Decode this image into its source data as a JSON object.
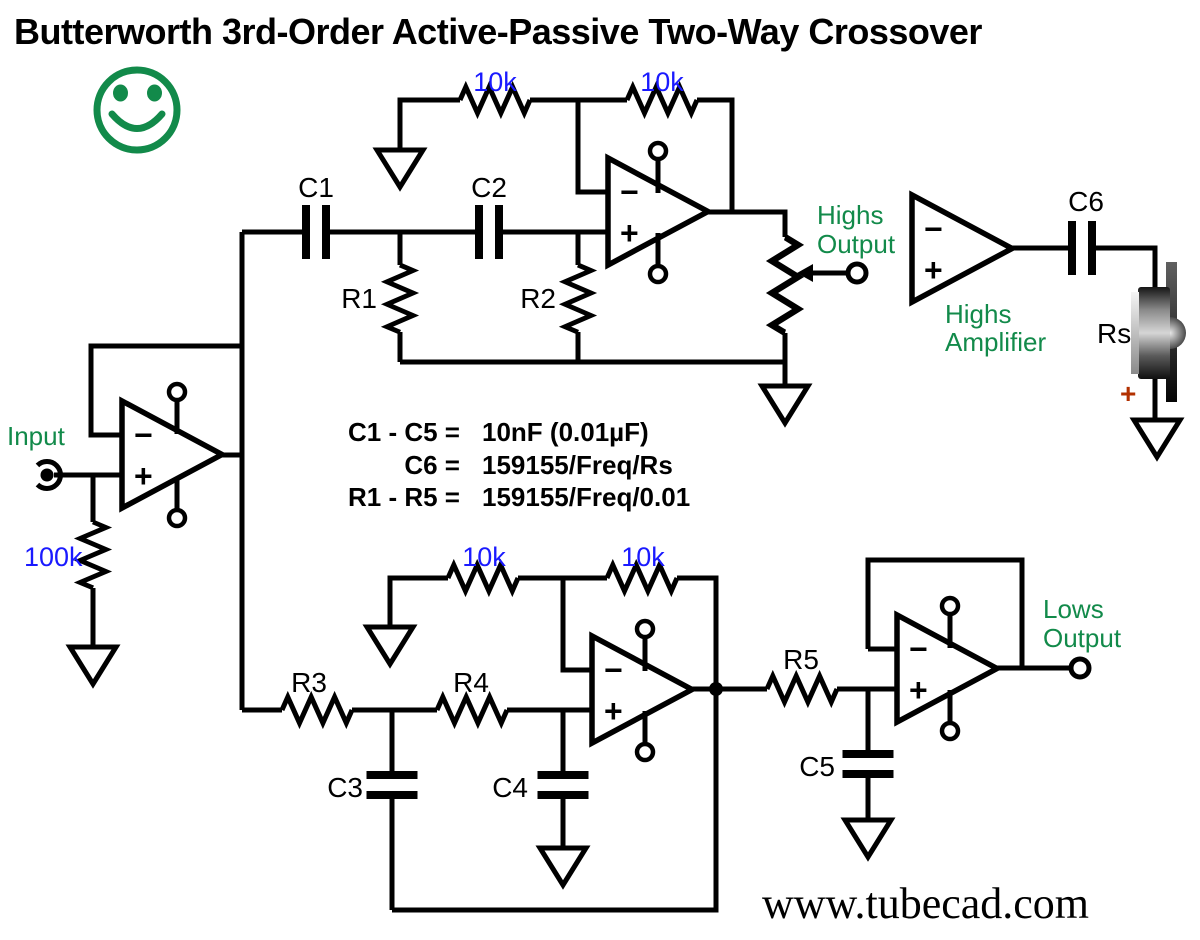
{
  "title": "Butterworth 3rd-Order Active-Passive Two-Way Crossover",
  "watermark": "www.tubecad.com",
  "colors": {
    "wire": "#000000",
    "value_blue": "#1a1aff",
    "signal_green": "#128a4a",
    "polarity_red": "#b23000",
    "background": "#ffffff"
  },
  "opamp": {
    "inverting": "−",
    "noninverting": "+"
  },
  "input": {
    "label": "Input",
    "shunt_resistor": "100k"
  },
  "highpass": {
    "fb_resistor_1": "10k",
    "fb_resistor_2": "10k",
    "c1": "C1",
    "c2": "C2",
    "r1": "R1",
    "r2": "R2",
    "out_line1": "Highs",
    "out_line2": "Output"
  },
  "highs_amp": {
    "name_line1": "Highs",
    "name_line2": "Amplifier",
    "coupling_cap": "C6",
    "speaker_label": "Rs",
    "polarity": "+"
  },
  "lowpass": {
    "fb_resistor_1": "10k",
    "fb_resistor_2": "10k",
    "r3": "R3",
    "r4": "R4",
    "c3": "C3",
    "c4": "C4",
    "r5": "R5",
    "c5": "C5",
    "out_line1": "Lows",
    "out_line2": "Output"
  },
  "formulas": [
    {
      "lhs": "C1 - C5 =",
      "rhs": "10nF (0.01µF)"
    },
    {
      "lhs": "C6 =",
      "rhs": "159155/Freq/Rs"
    },
    {
      "lhs": "R1 - R5 =",
      "rhs": "159155/Freq/0.01"
    }
  ]
}
